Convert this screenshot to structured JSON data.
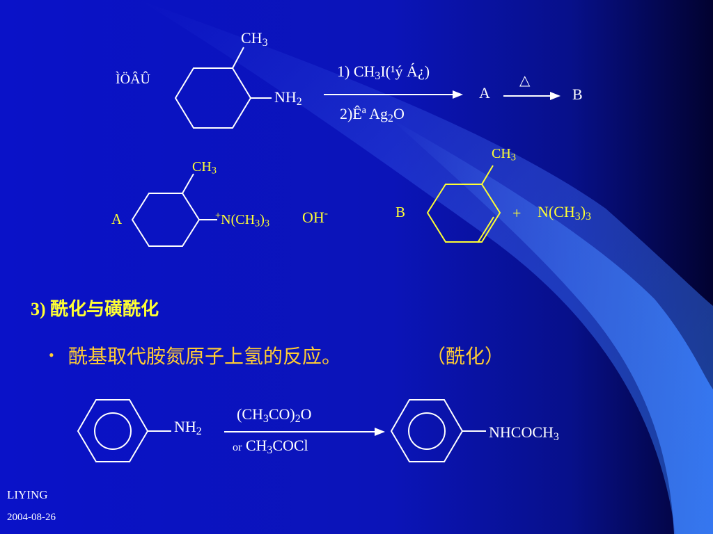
{
  "reaction1": {
    "reactant_label": "ÌÖÂÛ",
    "substituent_top": "CH",
    "substituent_top_sub": "3",
    "substituent_side": "NH",
    "substituent_side_sub": "2",
    "step1_prefix": "1) CH",
    "step1_sub": "3",
    "step1_suffix": "I(¹ý Á¿)",
    "step2_prefix": "2)Êª Ag",
    "step2_sub": "2",
    "step2_suffix": "O",
    "product_a": "A",
    "heat_symbol": "△",
    "product_b": "B"
  },
  "structure_a": {
    "label": "A",
    "methyl": "CH",
    "methyl_sub": "3",
    "charge": "+",
    "amine_prefix": "N(CH",
    "amine_sub": "3",
    "amine_suffix": ")",
    "amine_sub2": "3",
    "anion": "OH",
    "anion_charge": "-"
  },
  "structure_b": {
    "label": "B",
    "methyl": "CH",
    "methyl_sub": "3",
    "plus": "+",
    "amine_prefix": "N(CH",
    "amine_sub": "3",
    "amine_suffix": ")",
    "amine_sub2": "3"
  },
  "section": {
    "heading": "3) 酰化与磺酰化",
    "bullet": "•",
    "bullet_text": "酰基取代胺氮原子上氢的反应。",
    "bullet_note": "（酰化）"
  },
  "reaction2": {
    "reactant_group": "NH",
    "reactant_sub": "2",
    "reagent1_prefix": "(CH",
    "reagent1_sub": "3",
    "reagent1_mid": "CO)",
    "reagent1_sub2": "2",
    "reagent1_suffix": "O",
    "reagent2_or": "or",
    "reagent2_prefix": " CH",
    "reagent2_sub": "3",
    "reagent2_suffix": "COCl",
    "product_prefix": "NHCOCH",
    "product_sub": "3"
  },
  "footer": {
    "author": "LIYING",
    "date": "2004-08-26"
  },
  "colors": {
    "background": "#0a12c8",
    "white_text": "#ffffff",
    "yellow_text": "#ffff33",
    "amber_text": "#ffcc33"
  }
}
